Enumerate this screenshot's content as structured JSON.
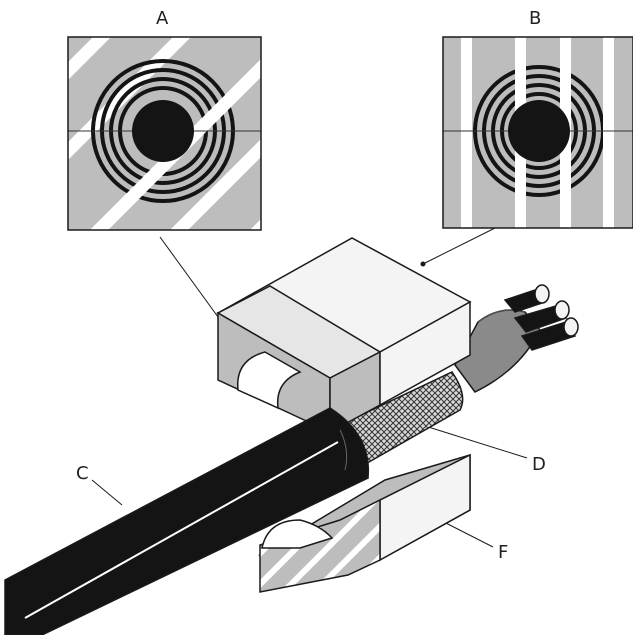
{
  "labels": {
    "a": "A",
    "b": "B",
    "c": "C",
    "d": "D",
    "f": "F"
  },
  "colors": {
    "grey": "#bdbdbd",
    "light_grey": "#e6e6e6",
    "block_white": "#f4f4f4",
    "cable_black": "#141414",
    "outline": "#1a1a1a"
  }
}
